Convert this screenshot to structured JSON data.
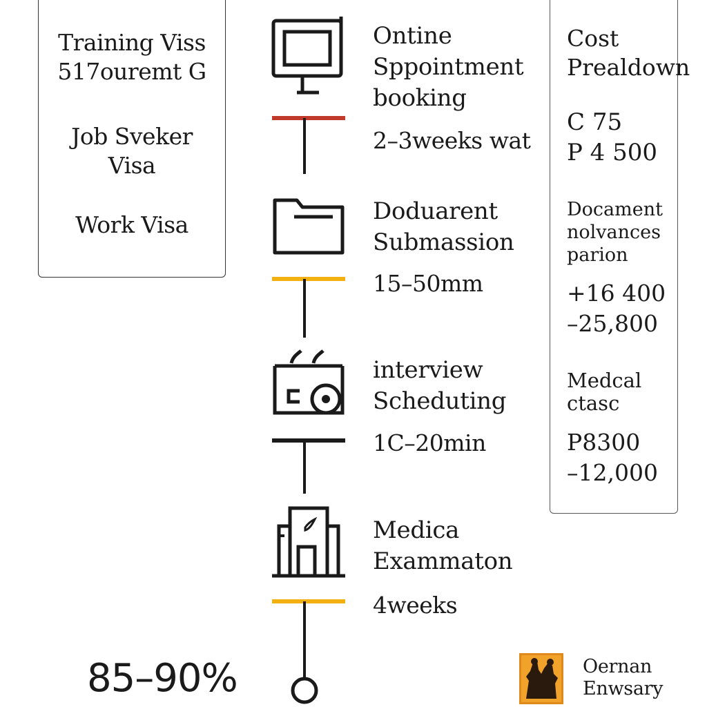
{
  "visa_types": [
    {
      "label": "Training Viss\n517ouremt G"
    },
    {
      "label": "Job Sveker\nVisa"
    },
    {
      "label": "Work Visa"
    }
  ],
  "steps": [
    {
      "icon": "monitor-icon",
      "title": "Ontine\nSppointment\nbooking",
      "time": "2–3weeks wat",
      "accent": "#c0392b"
    },
    {
      "icon": "folder-icon",
      "title": "Doduarent\nSubmassion",
      "time": "15–50mm",
      "accent": "#f2b111"
    },
    {
      "icon": "calendar-clock-icon",
      "title": "interview\nScheduting",
      "time": "1C–20min",
      "accent": "#1a1a1a"
    },
    {
      "icon": "hospital-icon",
      "title": "Medica\nExammaton",
      "time": "4weeks",
      "accent": "#f2b111"
    }
  ],
  "cost": {
    "heading": "Cost\nPrealdown",
    "block1_values": "C 75\nP 4 500",
    "block2_label": "Docament\nnolvances\nparion",
    "block2_values": "+16 400\n–25,800",
    "block3_label": "Medcal\nctasc",
    "block3_values": "P8300\n–12,000"
  },
  "success_rate": "85–90%",
  "footer": {
    "logo": "embassy-logo",
    "text": "Oernan\nEnwsary"
  }
}
